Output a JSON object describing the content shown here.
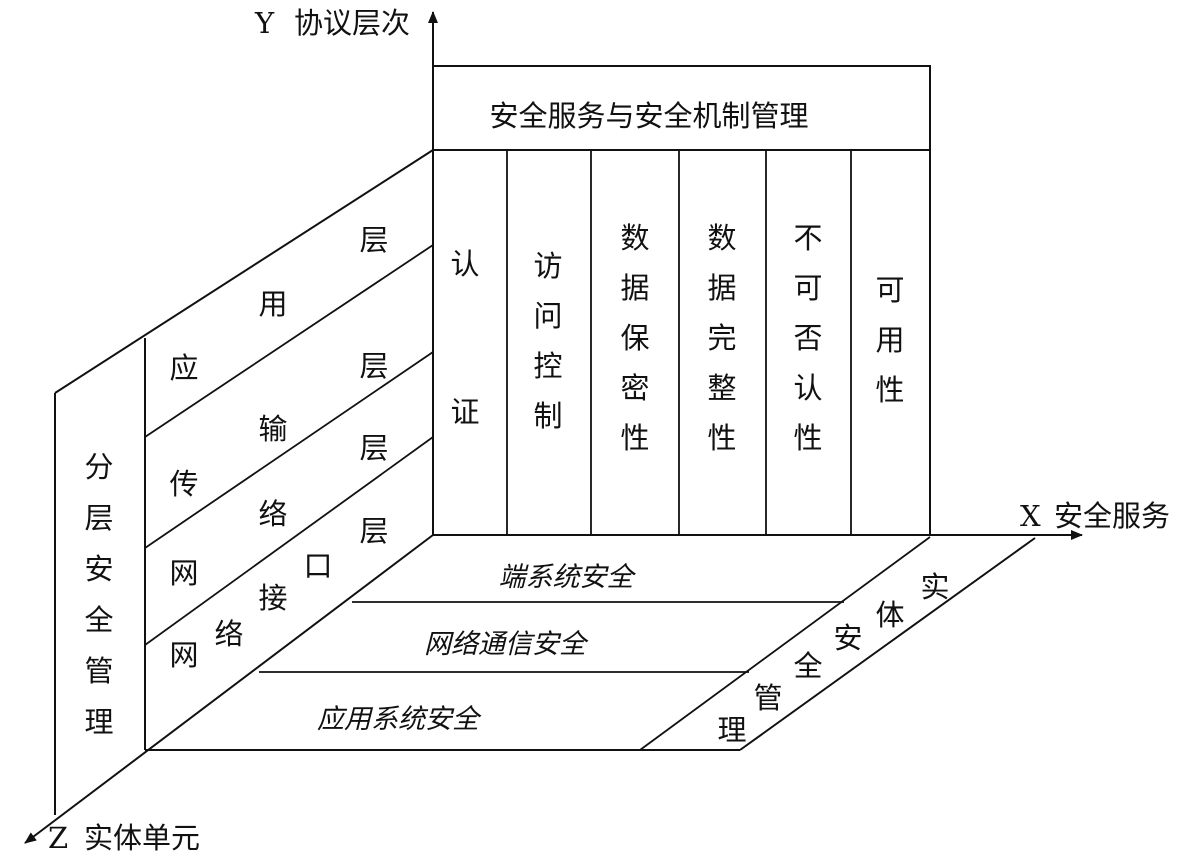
{
  "axes": {
    "y": {
      "letter": "Y",
      "label": "协议层次"
    },
    "x": {
      "letter": "X",
      "label": "安全服务"
    },
    "z": {
      "letter": "Z",
      "label": "实体单元"
    }
  },
  "top_header": "安全服务与安全机制管理",
  "service_columns": [
    {
      "name": "authentication",
      "chars": [
        "认",
        "证"
      ]
    },
    {
      "name": "access-control",
      "chars": [
        "访",
        "问",
        "控",
        "制"
      ]
    },
    {
      "name": "data-confidentiality",
      "chars": [
        "数",
        "据",
        "保",
        "密",
        "性"
      ]
    },
    {
      "name": "data-integrity",
      "chars": [
        "数",
        "据",
        "完",
        "整",
        "性"
      ]
    },
    {
      "name": "non-repudiation",
      "chars": [
        "不",
        "可",
        "否",
        "认",
        "性"
      ]
    },
    {
      "name": "availability",
      "chars": [
        "可",
        "用",
        "性"
      ]
    }
  ],
  "left_wall": {
    "layered_management": [
      "分",
      "层",
      "安",
      "全",
      "管",
      "理"
    ],
    "layers": {
      "application": [
        "应",
        "用",
        "层"
      ],
      "transport": [
        "传",
        "输",
        "层"
      ],
      "network": [
        "网",
        "络",
        "层"
      ],
      "network_interface": [
        "网",
        "络",
        "接",
        "口",
        "层"
      ]
    }
  },
  "floor": {
    "rows": [
      "端系统安全",
      "网络通信安全",
      "应用系统安全"
    ],
    "entity_management": [
      "实",
      "体",
      "安",
      "全",
      "管",
      "理"
    ]
  }
}
